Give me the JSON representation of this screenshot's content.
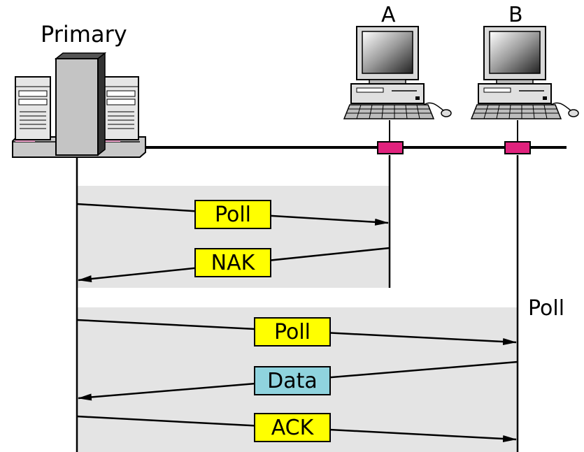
{
  "diagram": {
    "labels": {
      "primary": "Primary",
      "station_a": "A",
      "station_b": "B",
      "poll_side": "Poll"
    },
    "messages": [
      {
        "id": "m1",
        "text": "Poll",
        "color": "#ffff00"
      },
      {
        "id": "m2",
        "text": "NAK",
        "color": "#ffff00"
      },
      {
        "id": "m3",
        "text": "Poll",
        "color": "#ffff00"
      },
      {
        "id": "m4",
        "text": "Data",
        "color": "#8fd3de"
      },
      {
        "id": "m5",
        "text": "ACK",
        "color": "#ffff00"
      }
    ],
    "colors": {
      "band": "#e4e4e4",
      "message_yellow": "#ffff00",
      "message_cyan": "#8fd3de",
      "tap": "#e0227d",
      "server_gray": "#c8c8c8"
    }
  }
}
